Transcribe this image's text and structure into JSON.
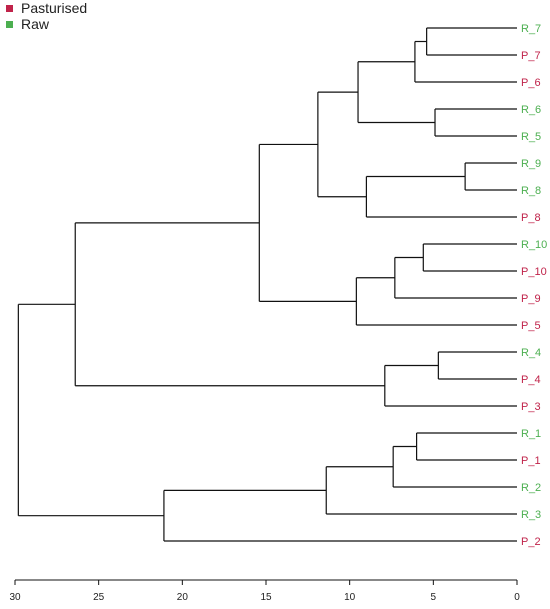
{
  "legend": {
    "items": [
      {
        "label": "Pasturised",
        "color": "#c0234a"
      },
      {
        "label": "Raw",
        "color": "#4caf50"
      }
    ],
    "position": "top-left"
  },
  "chart_data": {
    "type": "dendrogram",
    "orientation": "horizontal",
    "title": "",
    "xlabel": "",
    "ylabel": "",
    "xlim": [
      30,
      0
    ],
    "x_ticks": [
      30,
      25,
      20,
      15,
      10,
      5,
      0
    ],
    "groups": {
      "P": {
        "name": "Pasturised",
        "color": "#c0234a"
      },
      "R": {
        "name": "Raw",
        "color": "#4caf50"
      }
    },
    "leaves": [
      "R_7",
      "P_7",
      "P_6",
      "R_6",
      "R_5",
      "R_9",
      "R_8",
      "P_8",
      "R_10",
      "P_10",
      "P_9",
      "P_5",
      "R_4",
      "P_4",
      "P_3",
      "R_1",
      "P_1",
      "R_2",
      "R_3",
      "P_2"
    ],
    "merges": [
      {
        "id": "m1",
        "children": [
          "R_7",
          "P_7"
        ],
        "height": 5.4
      },
      {
        "id": "m2",
        "children": [
          "m1",
          "P_6"
        ],
        "height": 6.1
      },
      {
        "id": "m3",
        "children": [
          "R_6",
          "R_5"
        ],
        "height": 4.9
      },
      {
        "id": "m4",
        "children": [
          "m2",
          "m3"
        ],
        "height": 9.5
      },
      {
        "id": "m5",
        "children": [
          "R_9",
          "R_8"
        ],
        "height": 3.1
      },
      {
        "id": "m6",
        "children": [
          "m5",
          "P_8"
        ],
        "height": 9.0
      },
      {
        "id": "m7",
        "children": [
          "m4",
          "m6"
        ],
        "height": 11.9
      },
      {
        "id": "m8",
        "children": [
          "R_10",
          "P_10"
        ],
        "height": 5.6
      },
      {
        "id": "m9",
        "children": [
          "m8",
          "P_9"
        ],
        "height": 7.3
      },
      {
        "id": "m10",
        "children": [
          "m9",
          "P_5"
        ],
        "height": 9.6
      },
      {
        "id": "m11",
        "children": [
          "m7",
          "m10"
        ],
        "height": 15.4
      },
      {
        "id": "m12",
        "children": [
          "R_4",
          "P_4"
        ],
        "height": 4.7
      },
      {
        "id": "m13",
        "children": [
          "m12",
          "P_3"
        ],
        "height": 7.9
      },
      {
        "id": "m14",
        "children": [
          "m11",
          "m13"
        ],
        "height": 26.4
      },
      {
        "id": "m15",
        "children": [
          "R_1",
          "P_1"
        ],
        "height": 6.0
      },
      {
        "id": "m16",
        "children": [
          "m15",
          "R_2"
        ],
        "height": 7.4
      },
      {
        "id": "m17",
        "children": [
          "m16",
          "R_3"
        ],
        "height": 11.4
      },
      {
        "id": "m18",
        "children": [
          "m17",
          "P_2"
        ],
        "height": 21.1
      },
      {
        "id": "m19",
        "children": [
          "m14",
          "m18"
        ],
        "height": 29.8
      }
    ]
  }
}
